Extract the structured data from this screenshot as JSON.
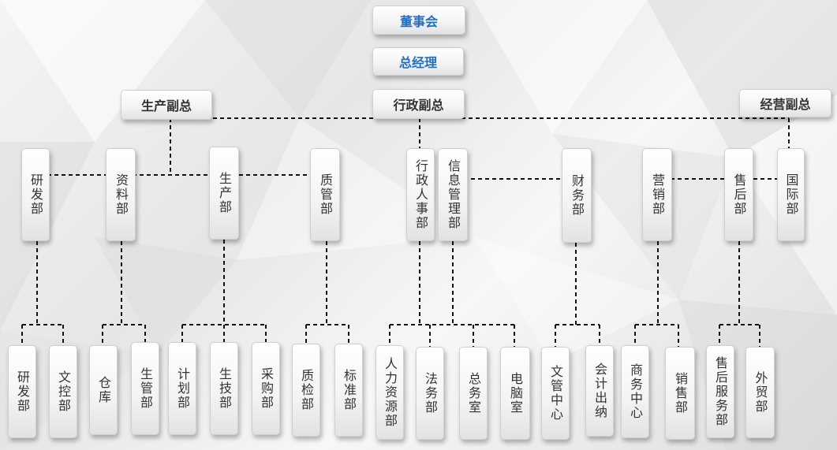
{
  "top": {
    "board": "董事会",
    "gm": "总经理",
    "admin_vp": "行政副总"
  },
  "vps": {
    "production": "生产副总",
    "operations": "经营副总"
  },
  "departments": {
    "yanfa": "研发部",
    "ziliao": "资料部",
    "shengchan": "生产部",
    "zhiguan": "质管部",
    "xingzheng_renshi": "行政人事部",
    "xinxi_guanli": "信息管理部",
    "caiwu": "财务部",
    "yingxiao": "营销部",
    "shouhou": "售后部",
    "guoji": "国际部"
  },
  "units": {
    "yanfa": "研发部",
    "wenkong": "文控部",
    "cangku": "仓库",
    "shengguan": "生管部",
    "jihua": "计划部",
    "shengji": "生技部",
    "caigou": "采购部",
    "zhijian": "质检部",
    "biaozhun": "标准部",
    "renli_ziyuan": "人力资源部",
    "fawu": "法务部",
    "zongwu": "总务室",
    "diannao": "电脑室",
    "wenguan_zhongxin": "文管中心",
    "kuaiji_chuna": "会计出纳",
    "shangwu_zhongxin": "商务中心",
    "xiaoshou": "销售部",
    "shouhou_fuwu": "售后服务部",
    "waimao": "外贸部"
  },
  "colors": {
    "accent_text": "#1f6fc2",
    "line": "#111111",
    "box_border": "#d0d0d0"
  }
}
